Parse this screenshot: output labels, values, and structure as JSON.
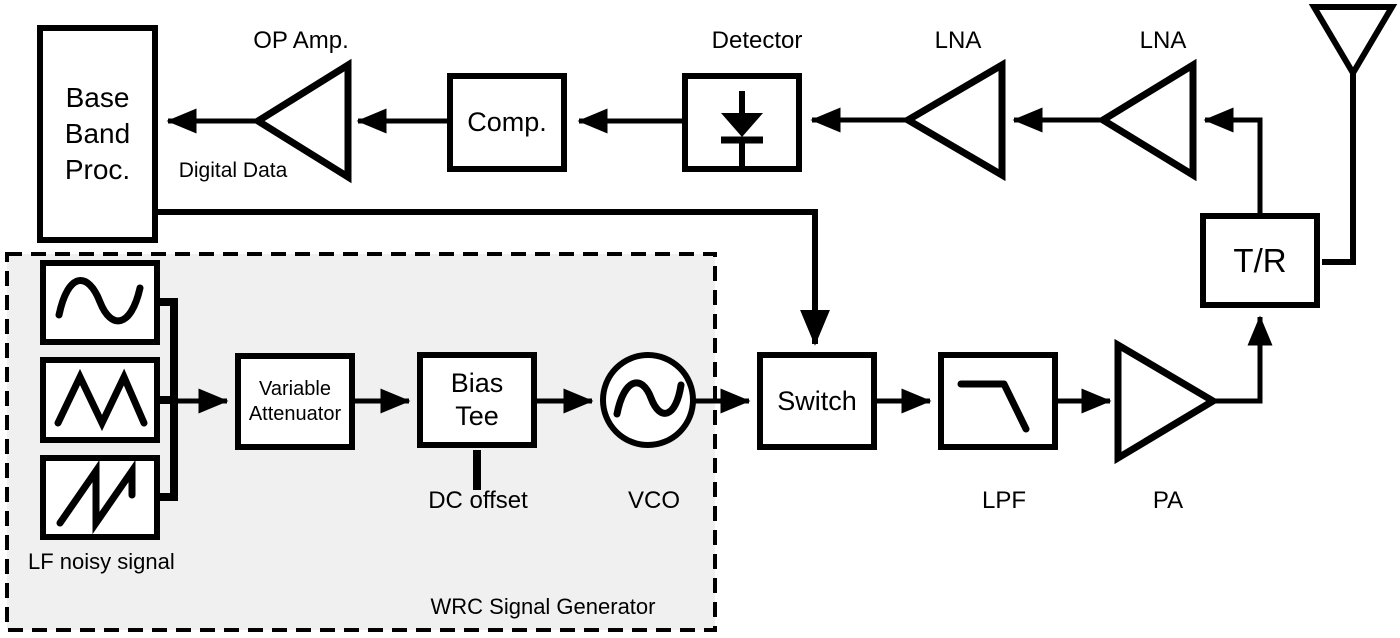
{
  "colors": {
    "ink": "#000000",
    "background": "#ffffff",
    "region_fill": "#f0f0f0"
  },
  "region": {
    "label": "WRC Signal Generator"
  },
  "nodes": {
    "base_band_proc": {
      "line1": "Base",
      "line2": "Band",
      "line3": "Proc."
    },
    "op_amp": {
      "label": "OP Amp."
    },
    "digital_data": {
      "label": "Digital Data"
    },
    "comp": {
      "label": "Comp."
    },
    "detector": {
      "label": "Detector"
    },
    "lna1": {
      "label": "LNA"
    },
    "lna2": {
      "label": "LNA"
    },
    "tr_switch": {
      "label": "T/R"
    },
    "switch": {
      "label": "Switch"
    },
    "lpf": {
      "label": "LPF"
    },
    "pa": {
      "label": "PA"
    },
    "variable_attenuator": {
      "line1": "Variable",
      "line2": "Attenuator"
    },
    "bias_tee": {
      "line1": "Bias",
      "line2": "Tee"
    },
    "dc_offset": {
      "label": "DC offset"
    },
    "vco": {
      "label": "VCO"
    },
    "lf_noisy_signal": {
      "label": "LF noisy signal"
    }
  },
  "icons": {
    "antenna": "antenna-icon",
    "sine_generator": "sine-wave-icon",
    "triangle_generator": "triangle-wave-icon",
    "sawtooth_generator": "sawtooth-wave-icon",
    "oscillator": "oscillator-sine-icon",
    "lowpass": "lowpass-response-icon",
    "diode": "diode-icon"
  },
  "connections": [
    {
      "from": "antenna",
      "to": "tr_switch"
    },
    {
      "from": "tr_switch",
      "to": "lna2"
    },
    {
      "from": "lna2",
      "to": "lna1"
    },
    {
      "from": "lna1",
      "to": "detector"
    },
    {
      "from": "detector",
      "to": "comp"
    },
    {
      "from": "comp",
      "to": "op_amp"
    },
    {
      "from": "op_amp",
      "to": "base_band_proc",
      "label": "Digital Data"
    },
    {
      "from": "base_band_proc",
      "to": "switch"
    },
    {
      "from": "lf_noisy_signal_generators",
      "to": "variable_attenuator"
    },
    {
      "from": "variable_attenuator",
      "to": "bias_tee"
    },
    {
      "from": "dc_offset",
      "to": "bias_tee"
    },
    {
      "from": "bias_tee",
      "to": "vco"
    },
    {
      "from": "vco",
      "to": "switch"
    },
    {
      "from": "switch",
      "to": "lpf"
    },
    {
      "from": "lpf",
      "to": "pa"
    },
    {
      "from": "pa",
      "to": "tr_switch"
    }
  ]
}
